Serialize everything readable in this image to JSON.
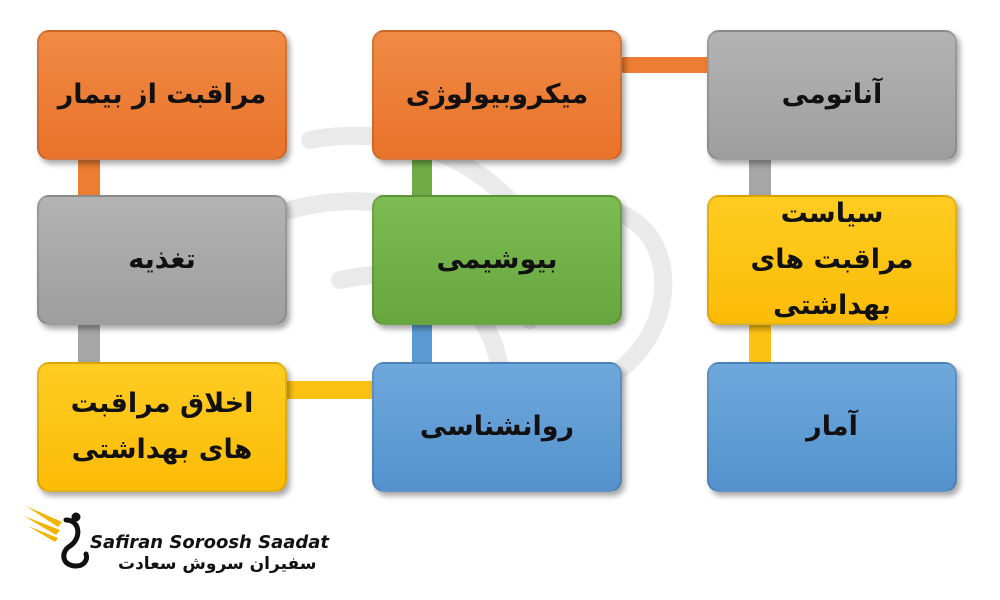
{
  "diagram": {
    "boxes": [
      {
        "id": "patient-care",
        "label": "مراقبت از بیمار",
        "color": "orange"
      },
      {
        "id": "microbiology",
        "label": "میکروبیولوژی",
        "color": "orange"
      },
      {
        "id": "anatomy",
        "label": "آناتومی",
        "color": "gray"
      },
      {
        "id": "nutrition",
        "label": "تغذیه",
        "color": "gray"
      },
      {
        "id": "biochemistry",
        "label": "بیوشیمی",
        "color": "green"
      },
      {
        "id": "health-policy",
        "label": "سیاست مراقبت های بهداشتی",
        "color": "yellow"
      },
      {
        "id": "healthcare-ethics",
        "label": "اخلاق مراقبت های بهداشتی",
        "color": "yellow"
      },
      {
        "id": "psychology",
        "label": "روانشناسی",
        "color": "blue"
      },
      {
        "id": "statistics",
        "label": "آمار",
        "color": "blue"
      }
    ],
    "colors": {
      "orange": "#ec7d31",
      "gray": "#a6a6a6",
      "green": "#6fac46",
      "blue": "#5b9bd5",
      "yellow": "#fdc111"
    }
  },
  "logo": {
    "name_en": "Safiran Soroosh Saadat",
    "name_fa": "سفیران سروش سعادت"
  }
}
